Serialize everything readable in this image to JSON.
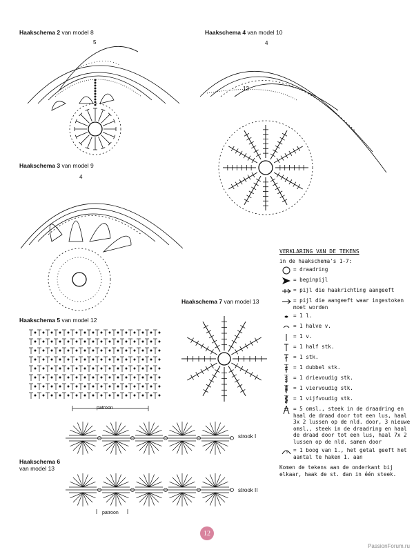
{
  "titles": {
    "s2": {
      "bold": "Haakschema 2",
      "rest": " van model 8"
    },
    "s4": {
      "bold": "Haakschema 4",
      "rest": " van model 10"
    },
    "s3": {
      "bold": "Haakschema 3",
      "rest": " van model 9"
    },
    "s7": {
      "bold": "Haakschema 7",
      "rest": " van model 13"
    },
    "s5": {
      "bold": "Haakschema 5",
      "rest": " van model 12"
    },
    "s6": {
      "bold": "Haakschema 6",
      "rest": "van model 13"
    }
  },
  "labels": {
    "patroon": "patroon",
    "strook1": "strook I",
    "strook2": "strook II"
  },
  "legend": {
    "heading": "VERKLARING VAN DE TEKENS",
    "subheading": "in de haakschema's 1-7:",
    "items": [
      {
        "icon": "magic-ring-icon",
        "text": "= draadring"
      },
      {
        "icon": "start-arrow-icon",
        "text": "= beginpijl"
      },
      {
        "icon": "direction-arrow-icon",
        "text": "= pijl die haakrichting aangeeft"
      },
      {
        "icon": "insert-arrow-icon",
        "text": "= pijl die aangeeft waar ingestoken moet worden"
      },
      {
        "icon": "chain-icon",
        "text": "= 1 l."
      },
      {
        "icon": "slip-stitch-icon",
        "text": "= 1 halve v."
      },
      {
        "icon": "single-crochet-icon",
        "text": "= 1 v."
      },
      {
        "icon": "half-double-icon",
        "text": "= 1 half stk."
      },
      {
        "icon": "double-crochet-icon",
        "text": "= 1 stk."
      },
      {
        "icon": "treble-icon",
        "text": "= 1 dubbel stk."
      },
      {
        "icon": "triple-treble-icon",
        "text": "= 1 drievoudig stk."
      },
      {
        "icon": "quadruple-treble-icon",
        "text": "= 1 viervoudig stk."
      },
      {
        "icon": "quintuple-treble-icon",
        "text": "= 1 vijfvoudig stk."
      },
      {
        "icon": "cluster-stitch-icon",
        "text": "= 5 omsl., steek in de draadring en haal de draad door tot een lus, haal 3x 2 lussen op de nld. door, 3 nieuwe omsl., steek in de draadring en haal de draad door tot een lus, haal 7x 2 lussen op de nld. samen door"
      },
      {
        "icon": "arc-icon",
        "text": "= 1 boog van 1., het getal geeft het aantal te haken 1. aan"
      }
    ],
    "footnote": "Komen de tekens aan de onderkant bij elkaar, haak de st. dan in één steek."
  },
  "page_number": "12",
  "watermark": "PassionForum.ru"
}
